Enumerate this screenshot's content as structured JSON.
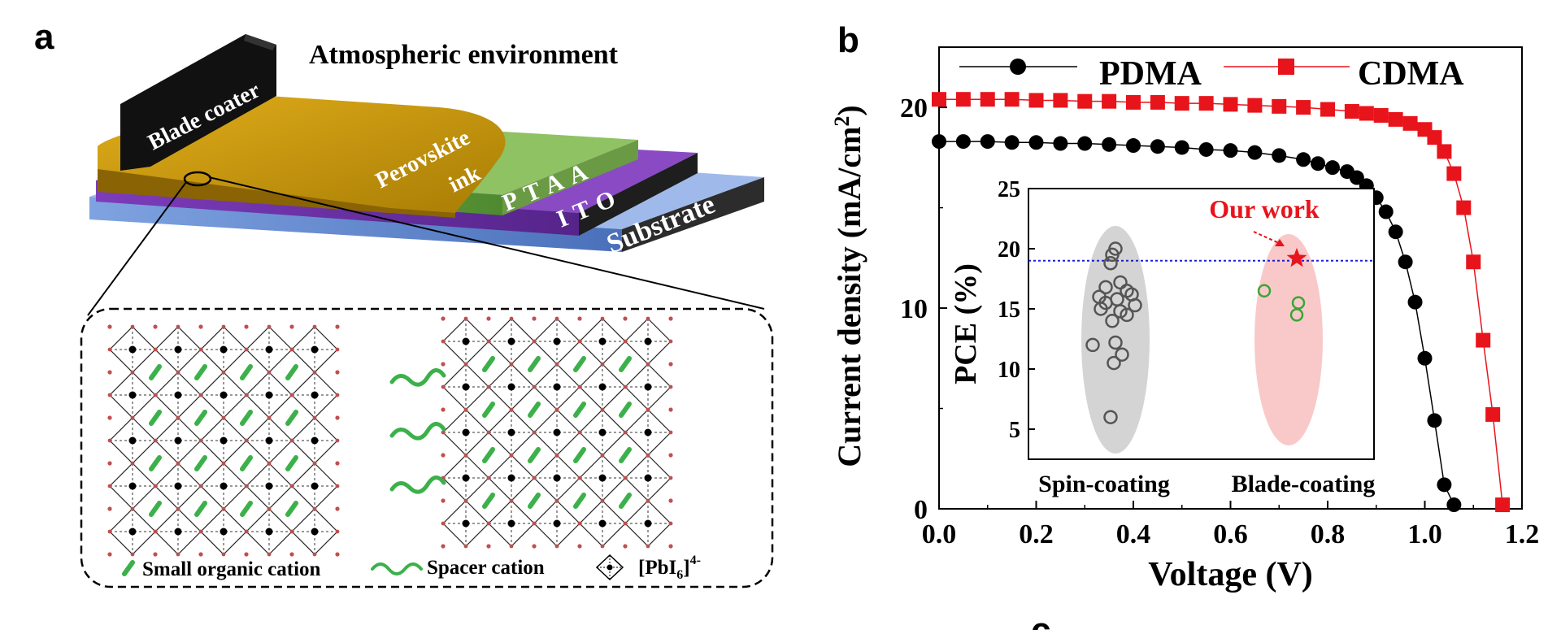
{
  "panel_a": {
    "letter": "a",
    "title": "Atmospheric environment",
    "layers": {
      "blade": "Blade coater",
      "perovskite": "Perovskite",
      "ink": "ink",
      "ptaa": "PTAA",
      "ito": "ITO",
      "substrate": "Substrate"
    },
    "legend": {
      "small_cation": "Small organic cation",
      "spacer": "Spacer cation",
      "pbi6": "[PbI",
      "pbi6_sub": "6",
      "pbi6_close": "]",
      "pbi6_sup": "4-"
    },
    "colors": {
      "perovskite": "#c9960c",
      "ptaa": "#5d9a3a",
      "ito": "#6a2fa0",
      "substrate": "#5b7fc4",
      "blade": "#111111",
      "cation": "#3cb04a",
      "node": "#c0504d"
    }
  },
  "panel_b": {
    "letter": "b",
    "partial_letter": "c",
    "chart_data": [
      {
        "type": "line",
        "xlabel": "Voltage (V)",
        "ylabel": "Current density (mA/cm",
        "ylabel_sup": "2",
        "ylabel_close": ")",
        "xlim": [
          0.0,
          1.2
        ],
        "ylim": [
          0,
          23
        ],
        "xticks": [
          "0.0",
          "0.2",
          "0.4",
          "0.6",
          "0.8",
          "1.0",
          "1.2"
        ],
        "yticks": [
          "0",
          "10",
          "20"
        ],
        "legend_position": "top",
        "series": [
          {
            "name": "PDMA",
            "color": "#000000",
            "marker": "circle",
            "x": [
              0.0,
              0.05,
              0.1,
              0.15,
              0.2,
              0.25,
              0.3,
              0.35,
              0.4,
              0.45,
              0.5,
              0.55,
              0.6,
              0.65,
              0.7,
              0.75,
              0.78,
              0.81,
              0.84,
              0.86,
              0.88,
              0.9,
              0.92,
              0.94,
              0.96,
              0.98,
              1.0,
              1.02,
              1.04,
              1.06
            ],
            "y": [
              18.3,
              18.3,
              18.3,
              18.25,
              18.25,
              18.2,
              18.2,
              18.15,
              18.1,
              18.05,
              18.0,
              17.9,
              17.85,
              17.75,
              17.6,
              17.4,
              17.2,
              17.0,
              16.8,
              16.5,
              16.1,
              15.5,
              14.8,
              13.8,
              12.3,
              10.3,
              7.5,
              4.4,
              1.2,
              0.2
            ]
          },
          {
            "name": "CDMA",
            "color": "#e8141b",
            "marker": "square",
            "x": [
              0.0,
              0.05,
              0.1,
              0.15,
              0.2,
              0.25,
              0.3,
              0.35,
              0.4,
              0.45,
              0.5,
              0.55,
              0.6,
              0.65,
              0.7,
              0.75,
              0.8,
              0.85,
              0.88,
              0.91,
              0.94,
              0.97,
              1.0,
              1.02,
              1.04,
              1.06,
              1.08,
              1.1,
              1.12,
              1.14,
              1.16
            ],
            "y": [
              20.4,
              20.4,
              20.4,
              20.4,
              20.35,
              20.35,
              20.3,
              20.3,
              20.25,
              20.25,
              20.2,
              20.2,
              20.15,
              20.1,
              20.05,
              20.0,
              19.9,
              19.8,
              19.7,
              19.6,
              19.4,
              19.2,
              18.9,
              18.5,
              17.8,
              16.7,
              15.0,
              12.3,
              8.4,
              4.7,
              0.2
            ]
          }
        ]
      },
      {
        "type": "scatter",
        "xlabel": "",
        "ylabel": "PCE (%)",
        "yticks": [
          "5",
          "10",
          "15",
          "20",
          "25"
        ],
        "ylim": [
          2.5,
          25
        ],
        "categories": [
          "Spin-coating",
          "Blade-coating"
        ],
        "reference_line": 19,
        "annotation": "Our work",
        "highlight_point": {
          "category": "Blade-coating",
          "y": 19.2
        },
        "series": [
          {
            "name": "",
            "category": "Spin-coating",
            "color": "#555555",
            "values": [
              20.0,
              19.5,
              18.8,
              17.2,
              16.8,
              16.5,
              16.2,
              16.0,
              15.8,
              15.5,
              15.3,
              15.0,
              14.8,
              14.5,
              14.0,
              12.2,
              12.0,
              11.2,
              10.5,
              6.0
            ]
          },
          {
            "name": "",
            "category": "Blade-coating",
            "color": "#3aa535",
            "values": [
              16.5,
              15.5,
              14.5
            ]
          }
        ]
      }
    ]
  }
}
